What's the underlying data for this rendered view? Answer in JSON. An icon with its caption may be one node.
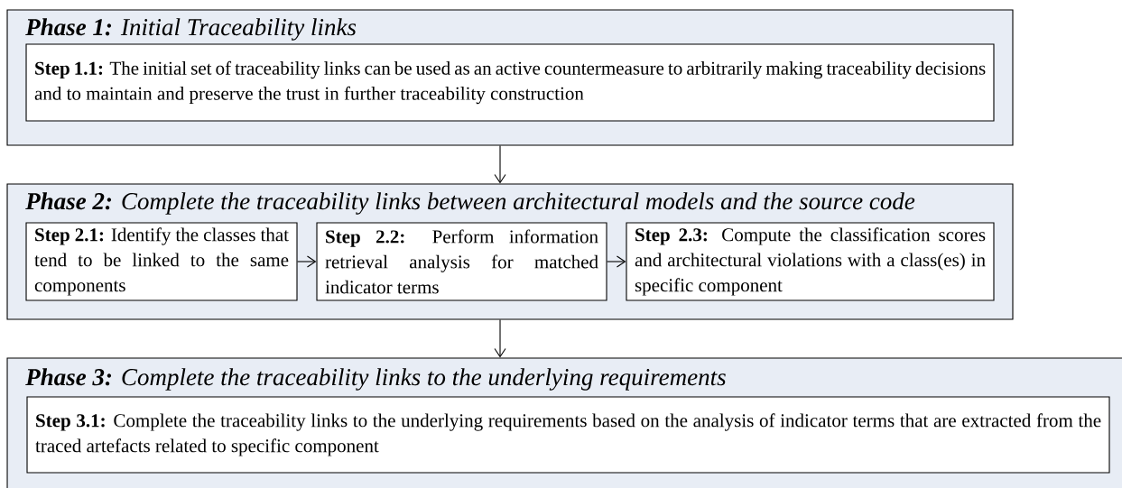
{
  "diagram": {
    "nodes": [
      {
        "text": [
          "**Phase 1:** Initial Traceability links"
        ]
      },
      {
        "text": [
          "**Step 1.1:** The initial set of traceability links can be used as an active countermeasure to arbitrarily making traceability decisions and to maintain and preserve the trust in further traceability construction"
        ],
        "in": 0
      },
      {
        "text": [
          "**Phase 2:** Complete the traceability links between architectural models and the source code"
        ]
      },
      {
        "text": [
          "**Step 2.1:** Identify the classes that tend to be linked to the same components"
        ],
        "in": 2
      },
      {
        "text": [
          "**Step 2.2:** Perform information retrieval analysis for matched indicator terms"
        ],
        "in": 2
      },
      {
        "text": [
          "**Step 2.3:** Compute the classification scores and architectural violations with a class(es) in specific component"
        ],
        "in": 2
      },
      {
        "text": [
          "**Phase 3:** Complete the traceability links to the underlying requirements"
        ]
      },
      {
        "text": [
          "**Step 3.1:** Complete the traceability links to the underlying requirements based on the analysis of indicator terms that are extracted from the traced artefacts related to specific component"
        ],
        "in": 6
      }
    ],
    "edges": [
      {
        "from": 0,
        "to": 2,
        "arrow": "to"
      },
      {
        "from": 3,
        "to": 4,
        "arrow": "to"
      },
      {
        "from": 4,
        "to": 5,
        "arrow": "to"
      },
      {
        "from": 2,
        "to": 6,
        "arrow": "to"
      }
    ]
  }
}
